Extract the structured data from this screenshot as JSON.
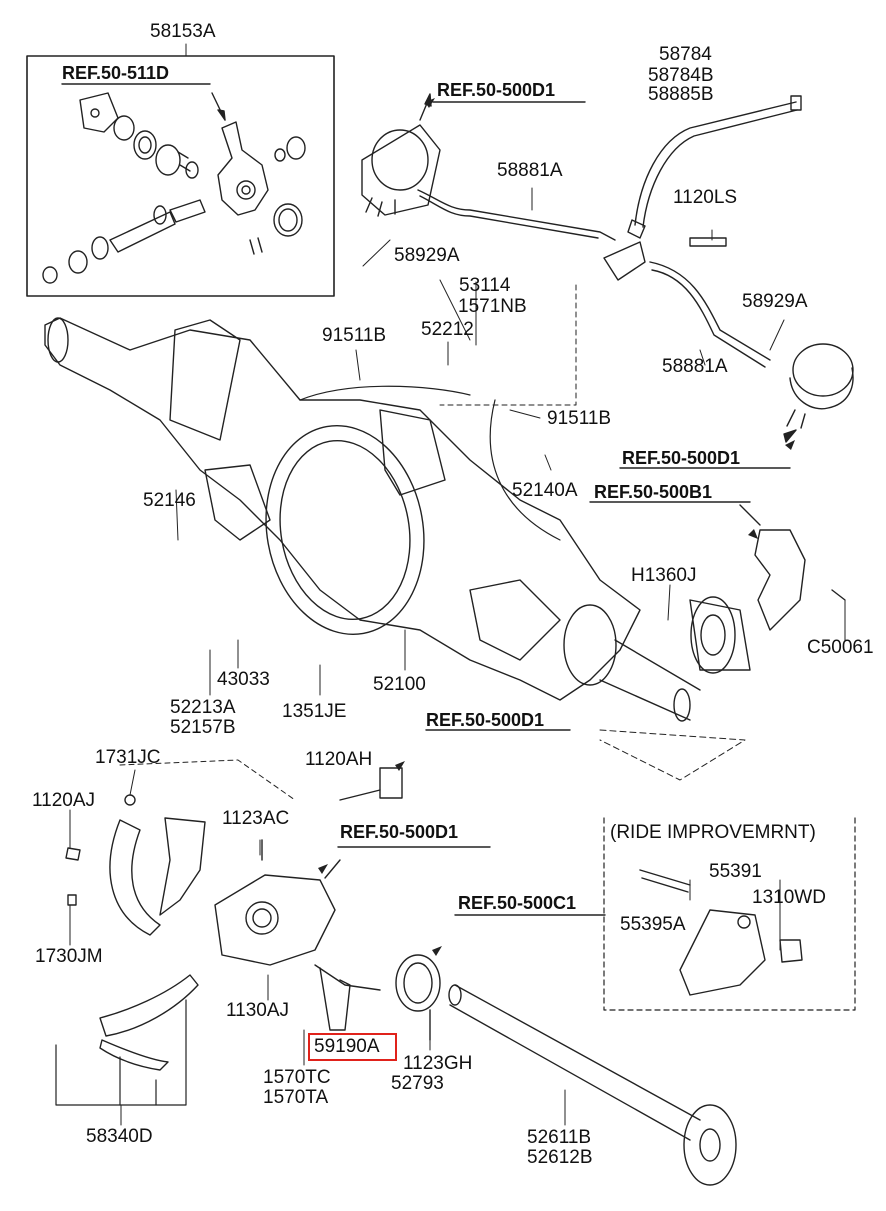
{
  "highlight_color": "#e0221b",
  "refs": {
    "r511d": "REF.50-511D",
    "r500d1_top": "REF.50-500D1",
    "r500d1_right": "REF.50-500D1",
    "r500b1": "REF.50-500B1",
    "r500d1_mid": "REF.50-500D1",
    "r500d1_low": "REF.50-500D1",
    "r500c1": "REF.50-500C1"
  },
  "labels": {
    "p58153a": "58153A",
    "p58784": "58784",
    "p58784b": "58784B",
    "p58885b": "58885B",
    "p58881a_top": "58881A",
    "p1120ls": "1120LS",
    "p58929a_left": "58929A",
    "p53114": "53114",
    "p1571nb": "1571NB",
    "p52212": "52212",
    "p91511b_top": "91511B",
    "p58929a_right": "58929A",
    "p58881a_right": "58881A",
    "p91511b_right": "91511B",
    "p52140a": "52140A",
    "p52146": "52146",
    "ph1360j": "H1360J",
    "pc50061": "C50061",
    "p43033": "43033",
    "p52213a": "52213A",
    "p52157b": "52157B",
    "p1351je": "1351JE",
    "p52100": "52100",
    "p1731jc": "1731JC",
    "p1120ah": "1120AH",
    "p1120aj": "1120AJ",
    "p1123ac": "1123AC",
    "ride": "(RIDE IMPROVEMRNT)",
    "p55391": "55391",
    "p1310wd": "1310WD",
    "p55395a": "55395A",
    "p1730jm": "1730JM",
    "p1130aj": "1130AJ",
    "p59190a": "59190A",
    "p1123gh": "1123GH",
    "p52793": "52793",
    "p1570tc": "1570TC",
    "p1570ta": "1570TA",
    "p58340d": "58340D",
    "p52611b": "52611B",
    "p52612b": "52612B"
  }
}
